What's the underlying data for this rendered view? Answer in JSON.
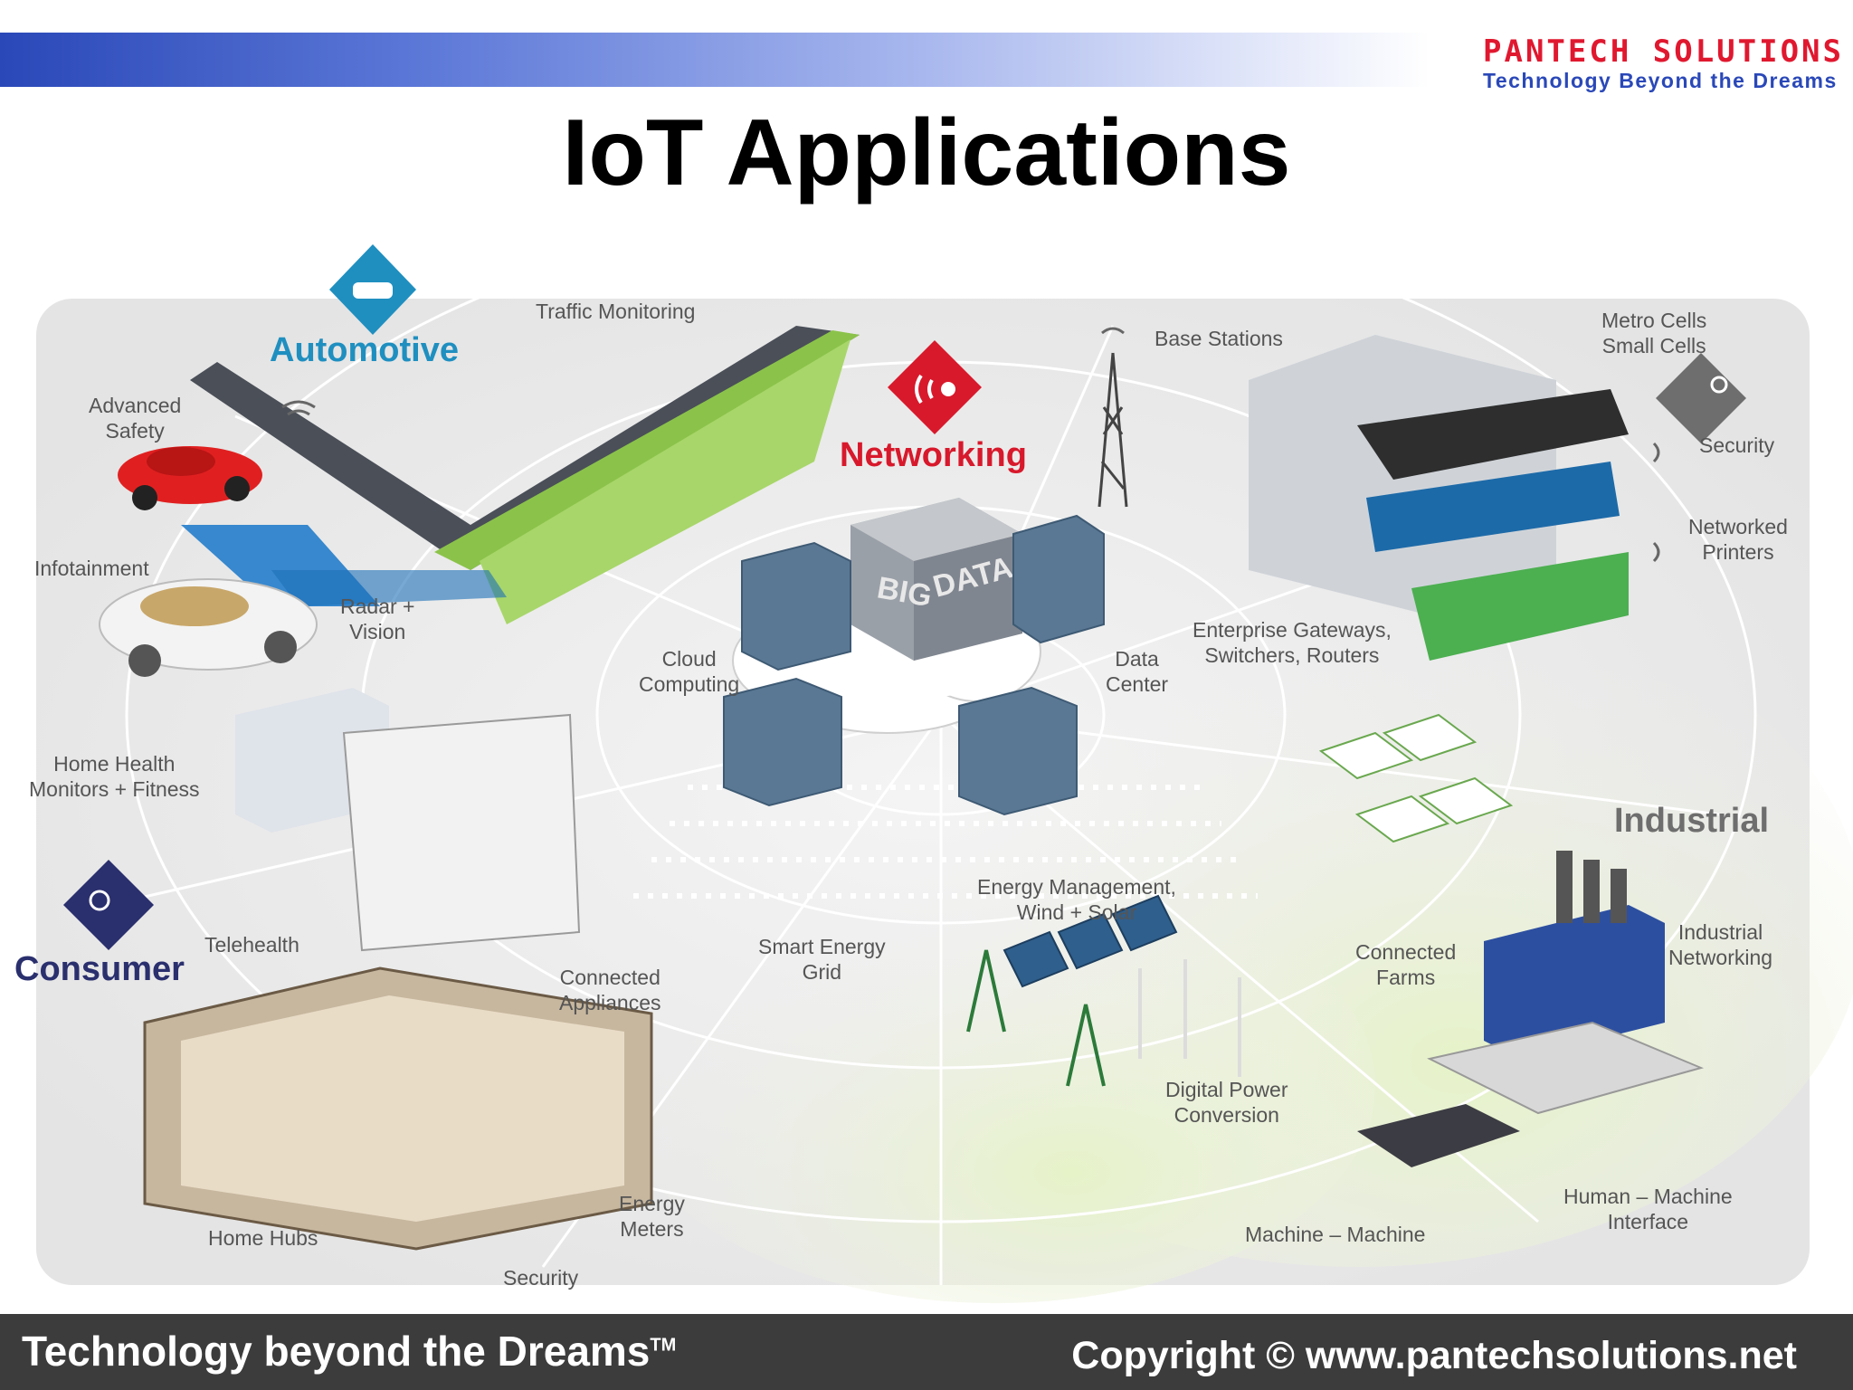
{
  "header": {
    "brand": "PANTECH SOLUTIONS",
    "tagline": "Technology Beyond the Dreams",
    "title": "IoT Applications"
  },
  "diagram": {
    "categories": {
      "automotive": "Automotive",
      "networking": "Networking",
      "consumer": "Consumer",
      "industrial": "Industrial"
    },
    "center_labels": {
      "big": "BIG",
      "data": "DATA"
    },
    "labels": {
      "traffic_monitoring": "Traffic Monitoring",
      "advanced_safety": "Advanced\nSafety",
      "infotainment": "Infotainment",
      "radar_vision": "Radar +\nVision",
      "base_stations": "Base Stations",
      "metro_cells": "Metro Cells\nSmall Cells",
      "security_top": "Security",
      "networked_printers": "Networked\nPrinters",
      "enterprise_gateways": "Enterprise Gateways,\nSwitchers, Routers",
      "cloud_computing": "Cloud\nComputing",
      "data_center": "Data\nCenter",
      "home_health": "Home Health\nMonitors + Fitness",
      "telehealth": "Telehealth",
      "energy_management": "Energy Management,\nWind + Solar",
      "smart_energy_grid": "Smart Energy\nGrid",
      "connected_appliances": "Connected\nAppliances",
      "connected_farms": "Connected\nFarms",
      "industrial_networking": "Industrial\nNetworking",
      "digital_power": "Digital Power\nConversion",
      "energy_meters": "Energy\nMeters",
      "home_hubs": "Home Hubs",
      "security_bottom": "Security",
      "machine_machine": "Machine – Machine",
      "human_machine": "Human – Machine\nInterface"
    }
  },
  "colors": {
    "automotive": "#1f8fc0",
    "networking": "#d8192c",
    "consumer": "#2a2f6e",
    "industrial": "#6e6e6e",
    "topbar": "#2a48b8",
    "footer": "#3c3c3c"
  },
  "footer": {
    "left": "Technology beyond the Dreams",
    "tm": "TM",
    "right": "Copyright © www.pantechsolutions.net"
  }
}
